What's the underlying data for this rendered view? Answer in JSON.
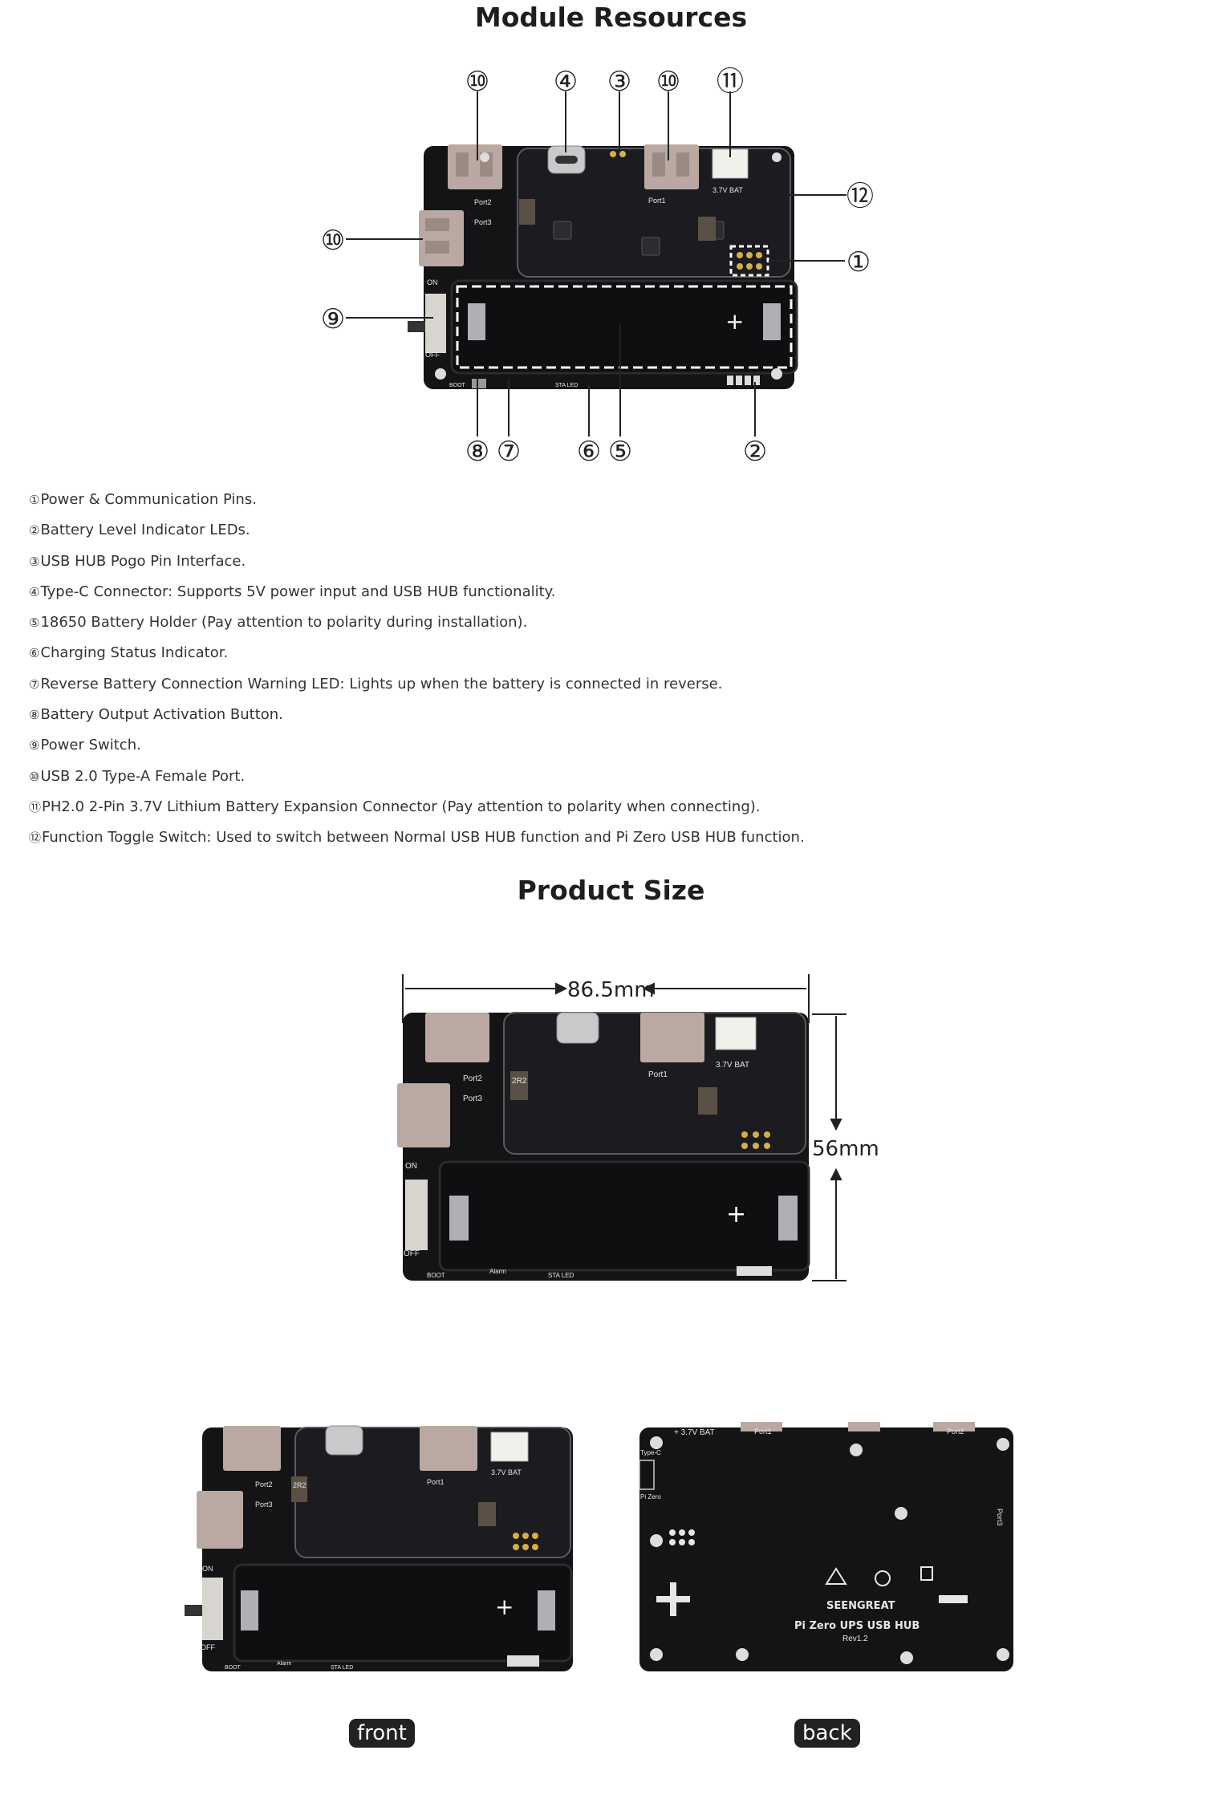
{
  "headings": {
    "module_resources": "Module Resources",
    "product_size": "Product Size"
  },
  "callouts": [
    "①",
    "②",
    "③",
    "④",
    "⑤",
    "⑥",
    "⑦",
    "⑧",
    "⑨",
    "⑩",
    "⑪",
    "⑫"
  ],
  "descriptions": [
    {
      "num": "①",
      "text": "Power & Communication Pins."
    },
    {
      "num": "②",
      "text": "Battery Level Indicator LEDs."
    },
    {
      "num": "③",
      "text": "USB HUB Pogo Pin Interface."
    },
    {
      "num": "④",
      "text": "Type-C Connector: Supports 5V power input and USB HUB functionality."
    },
    {
      "num": "⑤",
      "text": "18650 Battery Holder (Pay attention to polarity during installation)."
    },
    {
      "num": "⑥",
      "text": "Charging Status Indicator."
    },
    {
      "num": "⑦",
      "text": "Reverse Battery Connection Warning LED: Lights up when the battery is connected in reverse."
    },
    {
      "num": "⑧",
      "text": "Battery Output Activation Button."
    },
    {
      "num": "⑨",
      "text": "Power Switch."
    },
    {
      "num": "⑩",
      "text": "USB 2.0 Type-A Female Port."
    },
    {
      "num": "⑪",
      "text": "PH2.0 2-Pin 3.7V Lithium Battery Expansion Connector (Pay attention to polarity when connecting)."
    },
    {
      "num": "⑫",
      "text": "Function Toggle Switch: Used to switch between Normal USB HUB function and Pi Zero USB HUB function."
    }
  ],
  "board_labels": {
    "port1": "Port1",
    "port2": "Port2",
    "port3": "Port3",
    "bat": "3.7V BAT",
    "on": "ON",
    "off": "OFF",
    "boot": "BOOT",
    "alarm": "Alarm",
    "sta_led": "STA LED",
    "r2": "2R2",
    "typec": "Type-C",
    "pizero": "Pi Zero",
    "plus": "+",
    "bat_back": "+ 3.7V BAT",
    "brand": "SEENGREAT",
    "product": "Pi Zero UPS USB HUB",
    "rev": "Rev1.2"
  },
  "dimensions": {
    "width": "86.5mm",
    "height": "56mm"
  },
  "photo_captions": {
    "front": "front",
    "back": "back"
  },
  "colors": {
    "board": "#141416",
    "silk": "#e6e6e6",
    "usb_metal": "#b9a9a2",
    "highlight_box": "#ffffff",
    "caption_bg": "#222222"
  }
}
